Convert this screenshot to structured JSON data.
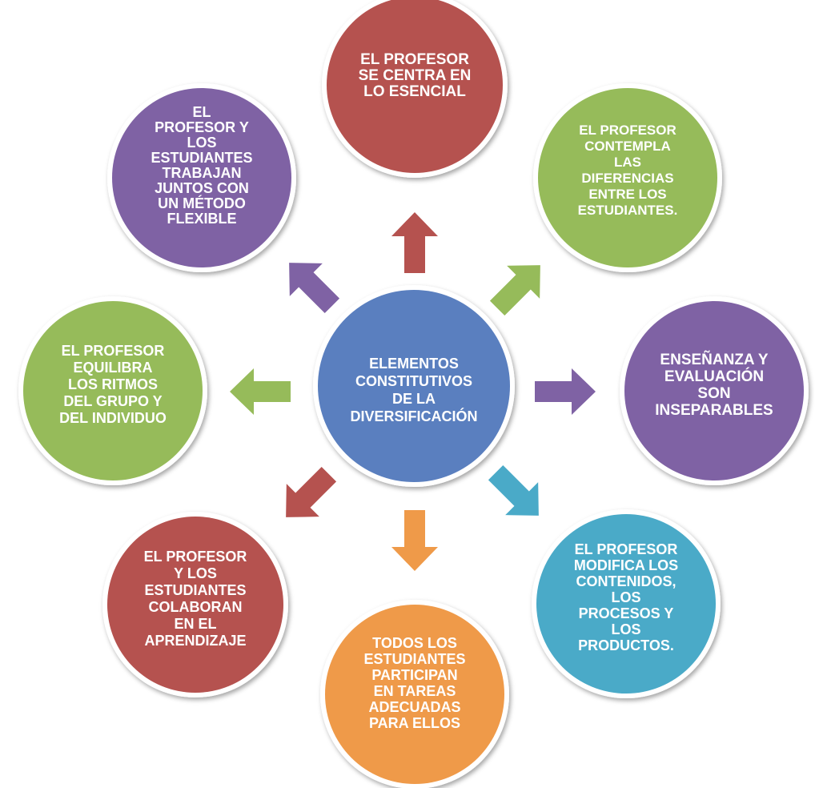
{
  "center": {
    "lines": [
      "ELEMENTOS",
      "CONSTITUTIVOS",
      "DE  LA",
      "DIVERSIFICACIÓN"
    ],
    "color": "#5a7fbf"
  },
  "nodes": [
    {
      "id": "top",
      "lines": [
        "EL PROFESOR",
        "SE CENTRA EN",
        "LO ESENCIAL"
      ],
      "color": "#b5524f",
      "arrow_color": "#b5524f"
    },
    {
      "id": "top-right",
      "lines": [
        "EL PROFESOR",
        "CONTEMPLA",
        "LAS",
        "DIFERENCIAS",
        "ENTRE LOS",
        "ESTUDIANTES."
      ],
      "color": "#96bb5a",
      "arrow_color": "#96bb5a"
    },
    {
      "id": "right",
      "lines": [
        "ENSEÑANZA Y",
        "EVALUACIÓN",
        "SON",
        "INSEPARABLES"
      ],
      "color": "#7f62a4",
      "arrow_color": "#7f62a4"
    },
    {
      "id": "bottom-right",
      "lines": [
        "EL PROFESOR",
        "MODIFICA LOS",
        "CONTENIDOS,",
        "LOS",
        "PROCESOS Y",
        "LOS",
        "PRODUCTOS."
      ],
      "color": "#4aaac8",
      "arrow_color": "#4aaac8"
    },
    {
      "id": "bottom",
      "lines": [
        "TODOS LOS",
        "ESTUDIANTES",
        "PARTICIPAN",
        "EN TAREAS",
        "ADECUADAS",
        "PARA ELLOS"
      ],
      "color": "#ef9a49",
      "arrow_color": "#ef9a49"
    },
    {
      "id": "bottom-left",
      "lines": [
        "EL PROFESOR",
        "Y LOS",
        "ESTUDIANTES",
        "COLABORAN",
        "EN EL",
        "APRENDIZAJE"
      ],
      "color": "#b5524f",
      "arrow_color": "#b5524f"
    },
    {
      "id": "left",
      "lines": [
        "EL PROFESOR",
        "EQUILIBRA",
        "LOS RITMOS",
        "DEL GRUPO Y",
        "DEL INDIVIDUO"
      ],
      "color": "#96bb5a",
      "arrow_color": "#96bb5a"
    },
    {
      "id": "top-left",
      "lines": [
        "EL",
        "PROFESOR Y",
        "LOS",
        "ESTUDIANTES",
        "TRABAJAN",
        "JUNTOS CON",
        "UN MÉTODO",
        "FLEXIBLE"
      ],
      "color": "#7f62a4",
      "arrow_color": "#7f62a4"
    }
  ]
}
